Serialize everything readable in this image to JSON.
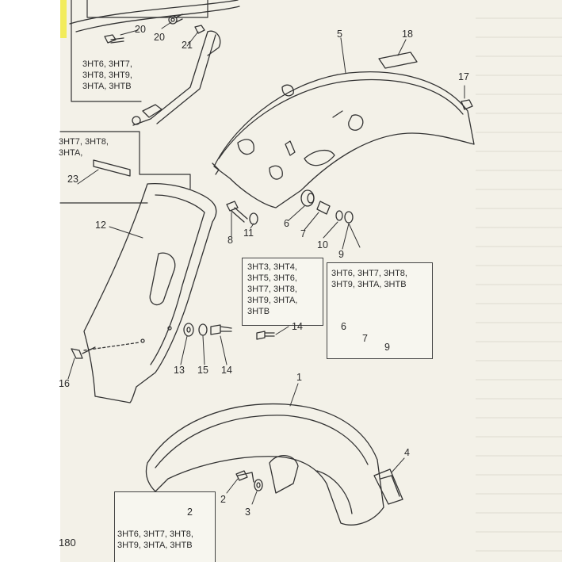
{
  "page_number": "180",
  "part_numbers": {
    "p1": "1",
    "p2": "2",
    "p3": "3",
    "p4": "4",
    "p5": "5",
    "p6a": "6",
    "p6b": "6",
    "p7a": "7",
    "p7b": "7",
    "p8": "8",
    "p9a": "9",
    "p9b": "9",
    "p10": "10",
    "p11": "11",
    "p12": "12",
    "p13": "13",
    "p14a": "14",
    "p14b": "14",
    "p15": "15",
    "p16": "16",
    "p17": "17",
    "p18": "18",
    "p20a": "20",
    "p20b": "20",
    "p21": "21",
    "p23": "23"
  },
  "model_notes": {
    "top_left": "3HT6, 3HT7,\n3HT8, 3HT9,\n3HTA, 3HTB",
    "left_clip": "3HT7, 3HT8,\n3HTA,",
    "middle": "3HT3, 3HT4,\n3HT5, 3HT6,\n3HT7, 3HT8,\n3HT9, 3HTA,\n3HTB",
    "right": "3HT6, 3HT7, 3HT8,\n3HT9, 3HTA, 3HTB",
    "bottom": "3HT6, 3HT7, 3HT8,\n3HT9, 3HTA, 3HTB"
  },
  "colors": {
    "paper": "#f3f1e8",
    "ink": "#2b2b2b",
    "highlight": "#f2ec5c"
  }
}
